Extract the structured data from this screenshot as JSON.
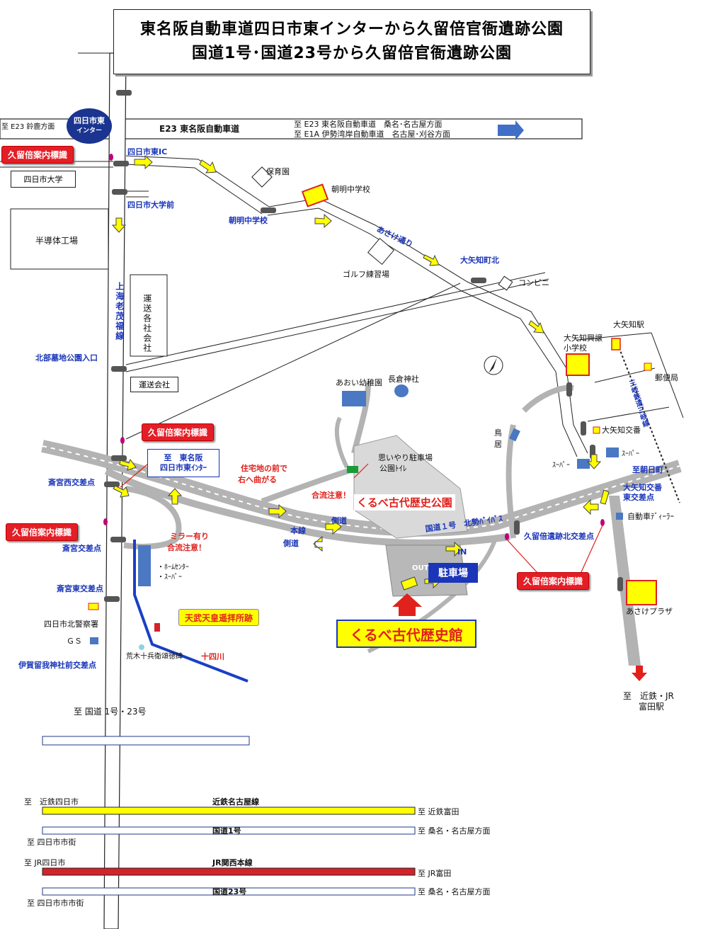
{
  "title": {
    "line1": "東名阪自動車道四日市東インターから久留倍官衙遺跡公園",
    "line2": "国道1号･国道23号から久留倍官衙遺跡公園"
  },
  "colors": {
    "road": "#a8a8a8",
    "rail_kintetsu": "#ffff00",
    "rail_jr": "#d2232a",
    "river": "#1a3fc4",
    "sign_red": "#e41e26",
    "label_blue": "#1a35b8",
    "building_blue": "#4a78c2",
    "school_yellow": "#ffff00",
    "ic_navy": "#1a3490"
  },
  "icons": {
    "direction_arrow": "arrow-right-icon",
    "guide_arrow": "yellow-arrow-icon",
    "signal": "traffic-signal-icon",
    "north": "north-compass-icon",
    "guide_sign": "guide-sign-marker-icon"
  },
  "map": {
    "expressway": {
      "west_dest": "至 E23 鈴鹿方面",
      "name": "E23 東名阪自動車道",
      "east_dest1": "至 E23 東名阪自動車道　桑名･名古屋方面",
      "east_dest2": "至 E1A 伊勢湾岸自動車道　名古屋･刈谷方面"
    },
    "ic": {
      "line1": "四日市東",
      "line2": "インター"
    },
    "guide_sign_label": "久留倍案内標識",
    "places": {
      "yokkaichi_univ": "四日市大学",
      "semiconductor": "半導体工場",
      "transport_cos": "運送各社会社",
      "transport_co": "運送会社",
      "nursery": "保育園",
      "asake_jhs": "朝明中学校",
      "golf": "ゴルフ練習場",
      "convenience": "コンビニ",
      "oyachi_station": "大矢知駅",
      "oyachi_school_1": "大矢知興譲",
      "oyachi_school_2": "小学校",
      "post_office": "郵便局",
      "kobanpolice": "大矢知交番",
      "super1": "ｽｰﾊﾟｰ",
      "super2": "ｽｰﾊﾟｰ",
      "car_dealer": "自動車ﾃﾞｨｰﾗｰ",
      "asake_plaza": "あさけプラザ",
      "aoi_kinder": "あおい幼稚園",
      "nagakura_shrine": "長倉神社",
      "torii_1": "鳥",
      "torii_2": "居",
      "omoiyari_parking": "思いやり駐車場",
      "toilet": "公園ﾄｲﾚ",
      "home_center": "・ﾎｰﾑｾﾝﾀｰ",
      "super3": "・ｽｰﾊﾟｰ",
      "police_station": "四日市北警察署",
      "gs": "ＧＳ",
      "monument": "荒木十兵衛頌徳碑",
      "tenmu_site": "天武天皇遥拝所跡",
      "park": "くるべ古代歴史公園",
      "museum": "くるべ古代歴史館",
      "parking": "駐車場",
      "in": "IN",
      "out": "OUT"
    },
    "roads": {
      "yokkaichi_east_ic": "四日市東IC",
      "univ_mae": "四日市大学前",
      "asake_jhs_int": "朝明中学校",
      "asake_dori": "あさけ通り",
      "oyachi_kita": "大矢知町北",
      "kaminoemo": "上海老茂福線",
      "hokubu_bochi": "北部墓地公園入口",
      "saigu_nishi": "斎宮西交差点",
      "saigu": "斎宮交差点",
      "saigu_higashi": "斎宮東交差点",
      "igaru": "伊賀留我神社前交差点",
      "route1_bypass": "国道１号　北勢ﾊﾞｲﾊﾟｽ",
      "side_road": "側道",
      "main_line": "本線",
      "side_road2": "側道",
      "oyachi_koban_east_1": "大矢知交番",
      "oyachi_koban_east_2": "東交差点",
      "kurube_north": "久留倍遺跡北交差点",
      "to_asahi": "至朝日町",
      "sankirail": "三岐鉄道三岐線",
      "jushi_river": "十四川",
      "to_route_1_23": "至 国道 1号・23号",
      "to_tomida_1": "至　近鉄・JR",
      "to_tomida_2": "富田駅",
      "to_tomei_1": "至　東名阪",
      "to_tomei_2": "四日市東ｲﾝﾀｰ"
    },
    "notes": {
      "turn_right_1": "住宅地の前で",
      "turn_right_2": "右へ曲がる",
      "merge_caution": "合流注意！",
      "mirror_1": "ミラー有り",
      "mirror_2": "合流注意！"
    }
  },
  "bottom": {
    "kintetsu": {
      "name": "近鉄名古屋線",
      "left": "至　近鉄四日市",
      "right": "至 近鉄富田"
    },
    "route1": {
      "name": "国道1号",
      "left": "至 四日市市街",
      "right": "至 桑名・名古屋方面"
    },
    "jr": {
      "name": "JR関西本線",
      "left": "至 JR四日市",
      "right": "至 JR富田"
    },
    "route23": {
      "name": "国道23号",
      "left": "至 四日市市市街",
      "right": "至 桑名・名古屋方面"
    }
  }
}
